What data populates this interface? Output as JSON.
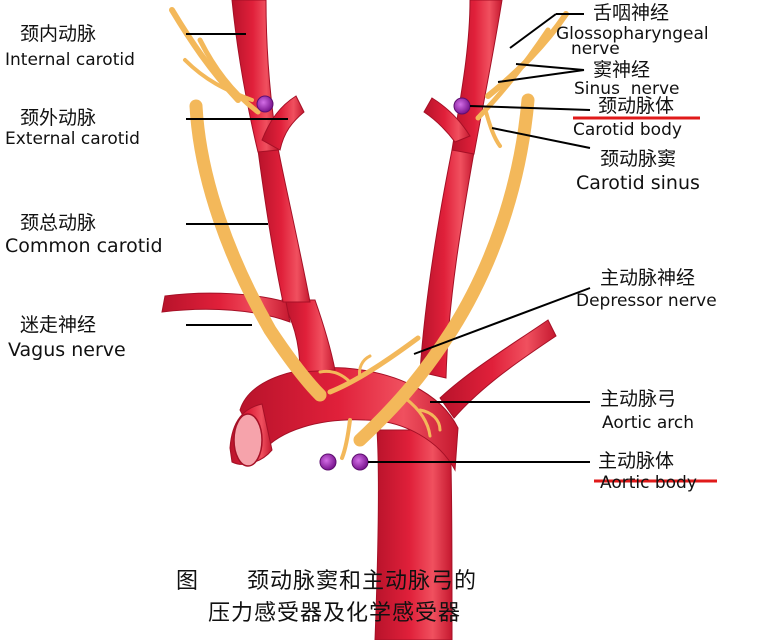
{
  "colors": {
    "artery": "#e0203a",
    "artery_dark": "#b8132b",
    "artery_light": "#f28a93",
    "nerve": "#f3b85a",
    "nerve_dark": "#d89a3a",
    "receptor": "#8a1f9e",
    "leader": "#000000",
    "underline": "#e01a1a"
  },
  "labels": {
    "internal_carotid": {
      "zh": "颈内动脉",
      "en": "Internal carotid"
    },
    "external_carotid": {
      "zh": "颈外动脉",
      "en": "External carotid"
    },
    "common_carotid": {
      "zh": "颈总动脉",
      "en": "Common carotid"
    },
    "vagus_nerve": {
      "zh": "迷走神经",
      "en": "Vagus nerve"
    },
    "glossopharyngeal_nerve": {
      "zh": "舌咽神经",
      "en_line1": "Glossopharyngeal",
      "en_line2": "nerve"
    },
    "sinus_nerve": {
      "zh": "窦神经",
      "en": "Sinus  nerve"
    },
    "carotid_body": {
      "zh": "颈动脉体",
      "en": "Carotid body"
    },
    "carotid_sinus": {
      "zh": "颈动脉窦",
      "en": "Carotid sinus"
    },
    "depressor_nerve": {
      "zh": "主动脉神经",
      "en": "Depressor nerve"
    },
    "aortic_arch": {
      "zh": "主动脉弓",
      "en": "Aortic arch"
    },
    "aortic_body": {
      "zh": "主动脉体",
      "en": "Aortic body"
    }
  },
  "caption": {
    "line1": "图      颈动脉窦和主动脉弓的",
    "line2": "压力感受器及化学感受器"
  }
}
